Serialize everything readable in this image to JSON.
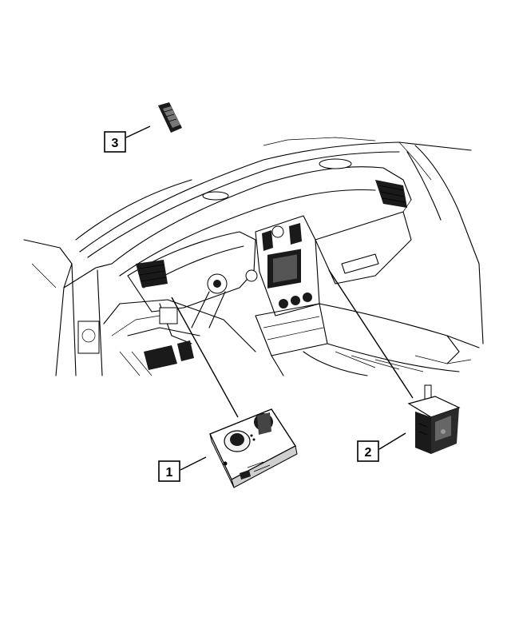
{
  "diagram": {
    "callouts": [
      {
        "id": "callout-1",
        "label": "1"
      },
      {
        "id": "callout-2",
        "label": "2"
      },
      {
        "id": "callout-3",
        "label": "3"
      }
    ],
    "parts": [
      {
        "callout": "1",
        "icon": "headlamp-switch-icon"
      },
      {
        "callout": "2",
        "icon": "sensor-module-icon"
      },
      {
        "callout": "3",
        "icon": "switch-clip-icon"
      }
    ]
  }
}
